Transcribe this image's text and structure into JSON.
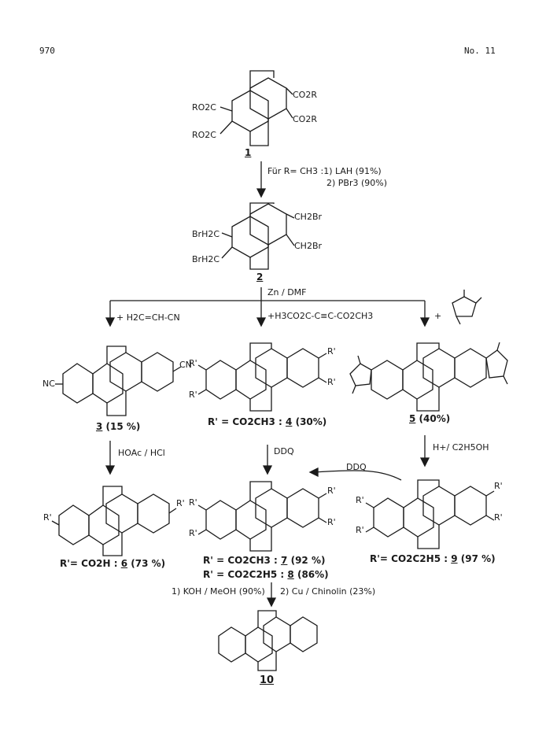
{
  "header": {
    "page_number": "970",
    "issue": "No. 11"
  },
  "scheme": {
    "compound_1": {
      "label": "1",
      "sub_ro2c_a": "RO2C",
      "sub_ro2c_b": "RO2C",
      "sub_co2r_a": "CO2R",
      "sub_co2r_b": "CO2R"
    },
    "step_1_2": {
      "condition": "Für R= CH3 :1) LAH (91%)",
      "condition_2": "2) PBr3 (90%)"
    },
    "compound_2": {
      "label": "2",
      "sub_a": "BrH2C",
      "sub_b": "BrH2C",
      "sub_c": "CH2Br",
      "sub_d": "CH2Br"
    },
    "step_zn": {
      "condition": "Zn / DMF"
    },
    "branch_left": {
      "reagent": "+ H2C=CH-CN"
    },
    "branch_middle": {
      "reagent": "+H3CO2C-C≡C-CO2CH3"
    },
    "branch_right": {
      "reagent": "+"
    },
    "compound_3": {
      "label": "3",
      "yield": "(15 %)",
      "sub_a": "NC",
      "sub_b": "CN"
    },
    "compound_4": {
      "prefix": "R' = CO2CH3 :",
      "label": "4",
      "yield": "(30%)",
      "sub_r1": "R'",
      "sub_r2": "R'",
      "sub_r3": "R'",
      "sub_r4": "R'"
    },
    "compound_5": {
      "label": "5",
      "yield": "(40%)"
    },
    "step_3_6": {
      "condition": "HOAc / HCl"
    },
    "step_4_7": {
      "condition": "DDQ"
    },
    "step_5_9": {
      "condition": "H+/ C2H5OH"
    },
    "step_9_7": {
      "condition": "DDQ"
    },
    "compound_6": {
      "prefix": "R'= CO2H :",
      "label": "6",
      "yield": "(73 %)",
      "sub_a": "R'",
      "sub_b": "R'"
    },
    "compound_7": {
      "prefix": "R' = CO2CH3 :",
      "label": "7",
      "yield": "(92 %)",
      "sub_r1": "R'",
      "sub_r2": "R'",
      "sub_r3": "R'",
      "sub_r4": "R'"
    },
    "compound_8": {
      "prefix": "R' = CO2C2H5 :",
      "label": "8",
      "yield": "(86%)"
    },
    "compound_9": {
      "prefix": "R'= CO2C2H5 :",
      "label": "9",
      "yield": "(97 %)",
      "sub_r1": "R'",
      "sub_r2": "R'",
      "sub_r3": "R'",
      "sub_r4": "R'"
    },
    "step_final": {
      "condition_1": "1) KOH / MeOH (90%)",
      "condition_2": "2) Cu / Chinolin (23%)"
    },
    "compound_10": {
      "label": "10"
    }
  }
}
